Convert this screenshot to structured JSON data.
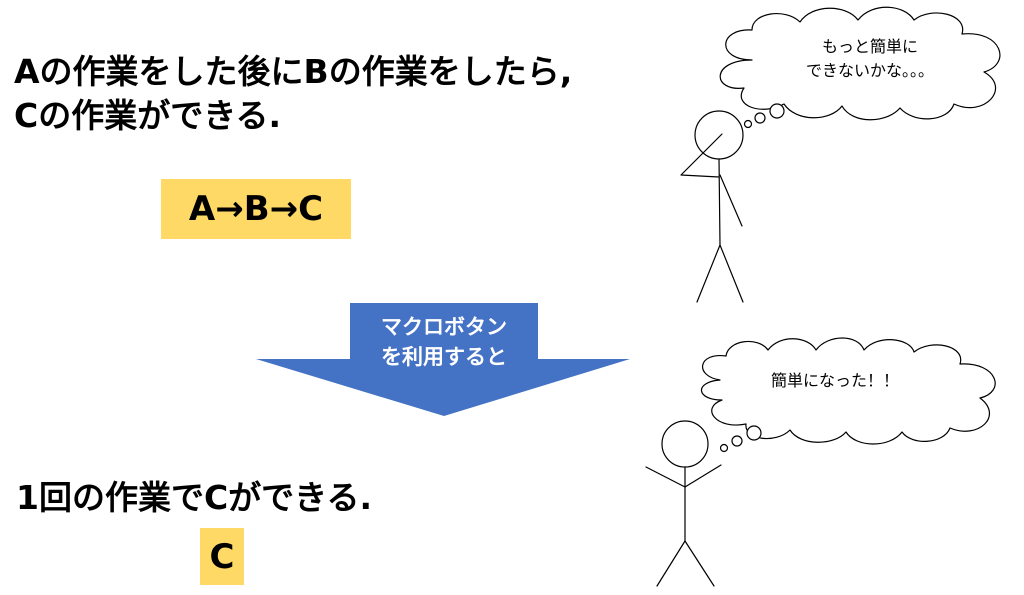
{
  "diagram": {
    "heading1_line1": "Aの作業をした後にBの作業をしたら,",
    "heading1_line2": "Cの作業ができる.",
    "sequence_label": "A→B→C",
    "arrow_line1": "マクロボタン",
    "arrow_line2": "を利用すると",
    "heading2": "1回の作業でCができる.",
    "result_label": "C",
    "thought1_line1": "もっと簡単に",
    "thought1_line2": "できないかな。。。",
    "thought2": "簡単になった！！",
    "colors": {
      "highlight": "#ffd966",
      "arrow": "#4472c4",
      "arrow_text": "#ffffff",
      "line": "#000000"
    }
  }
}
